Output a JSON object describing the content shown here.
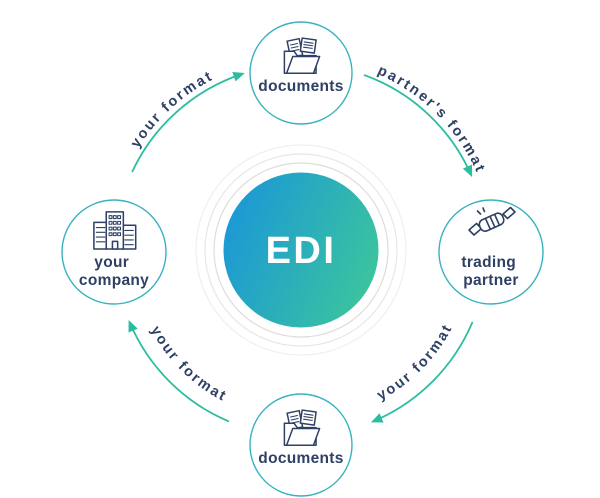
{
  "center": {
    "label": "EDI",
    "gradient_start": "#1b98d6",
    "gradient_end": "#3cc59d"
  },
  "nodes": {
    "top": {
      "label": "documents",
      "icon": "folder-documents-icon"
    },
    "right": {
      "line1": "trading",
      "line2": "partner",
      "icon": "handshake-icon"
    },
    "bottom": {
      "label": "documents",
      "icon": "folder-documents-icon"
    },
    "left": {
      "line1": "your",
      "line2": "company",
      "icon": "office-building-icon"
    }
  },
  "flow_labels": {
    "company_to_documents": "your format",
    "documents_to_partner": "partner's format",
    "partner_to_documents": "your format",
    "documents_to_company": "your format"
  },
  "colors": {
    "node_border": "#38b2c0",
    "arrow": "#2abda0",
    "text_navy": "#2e4065",
    "rings": [
      "#e1dcd8",
      "#eae5e1",
      "#f2eeea"
    ]
  }
}
